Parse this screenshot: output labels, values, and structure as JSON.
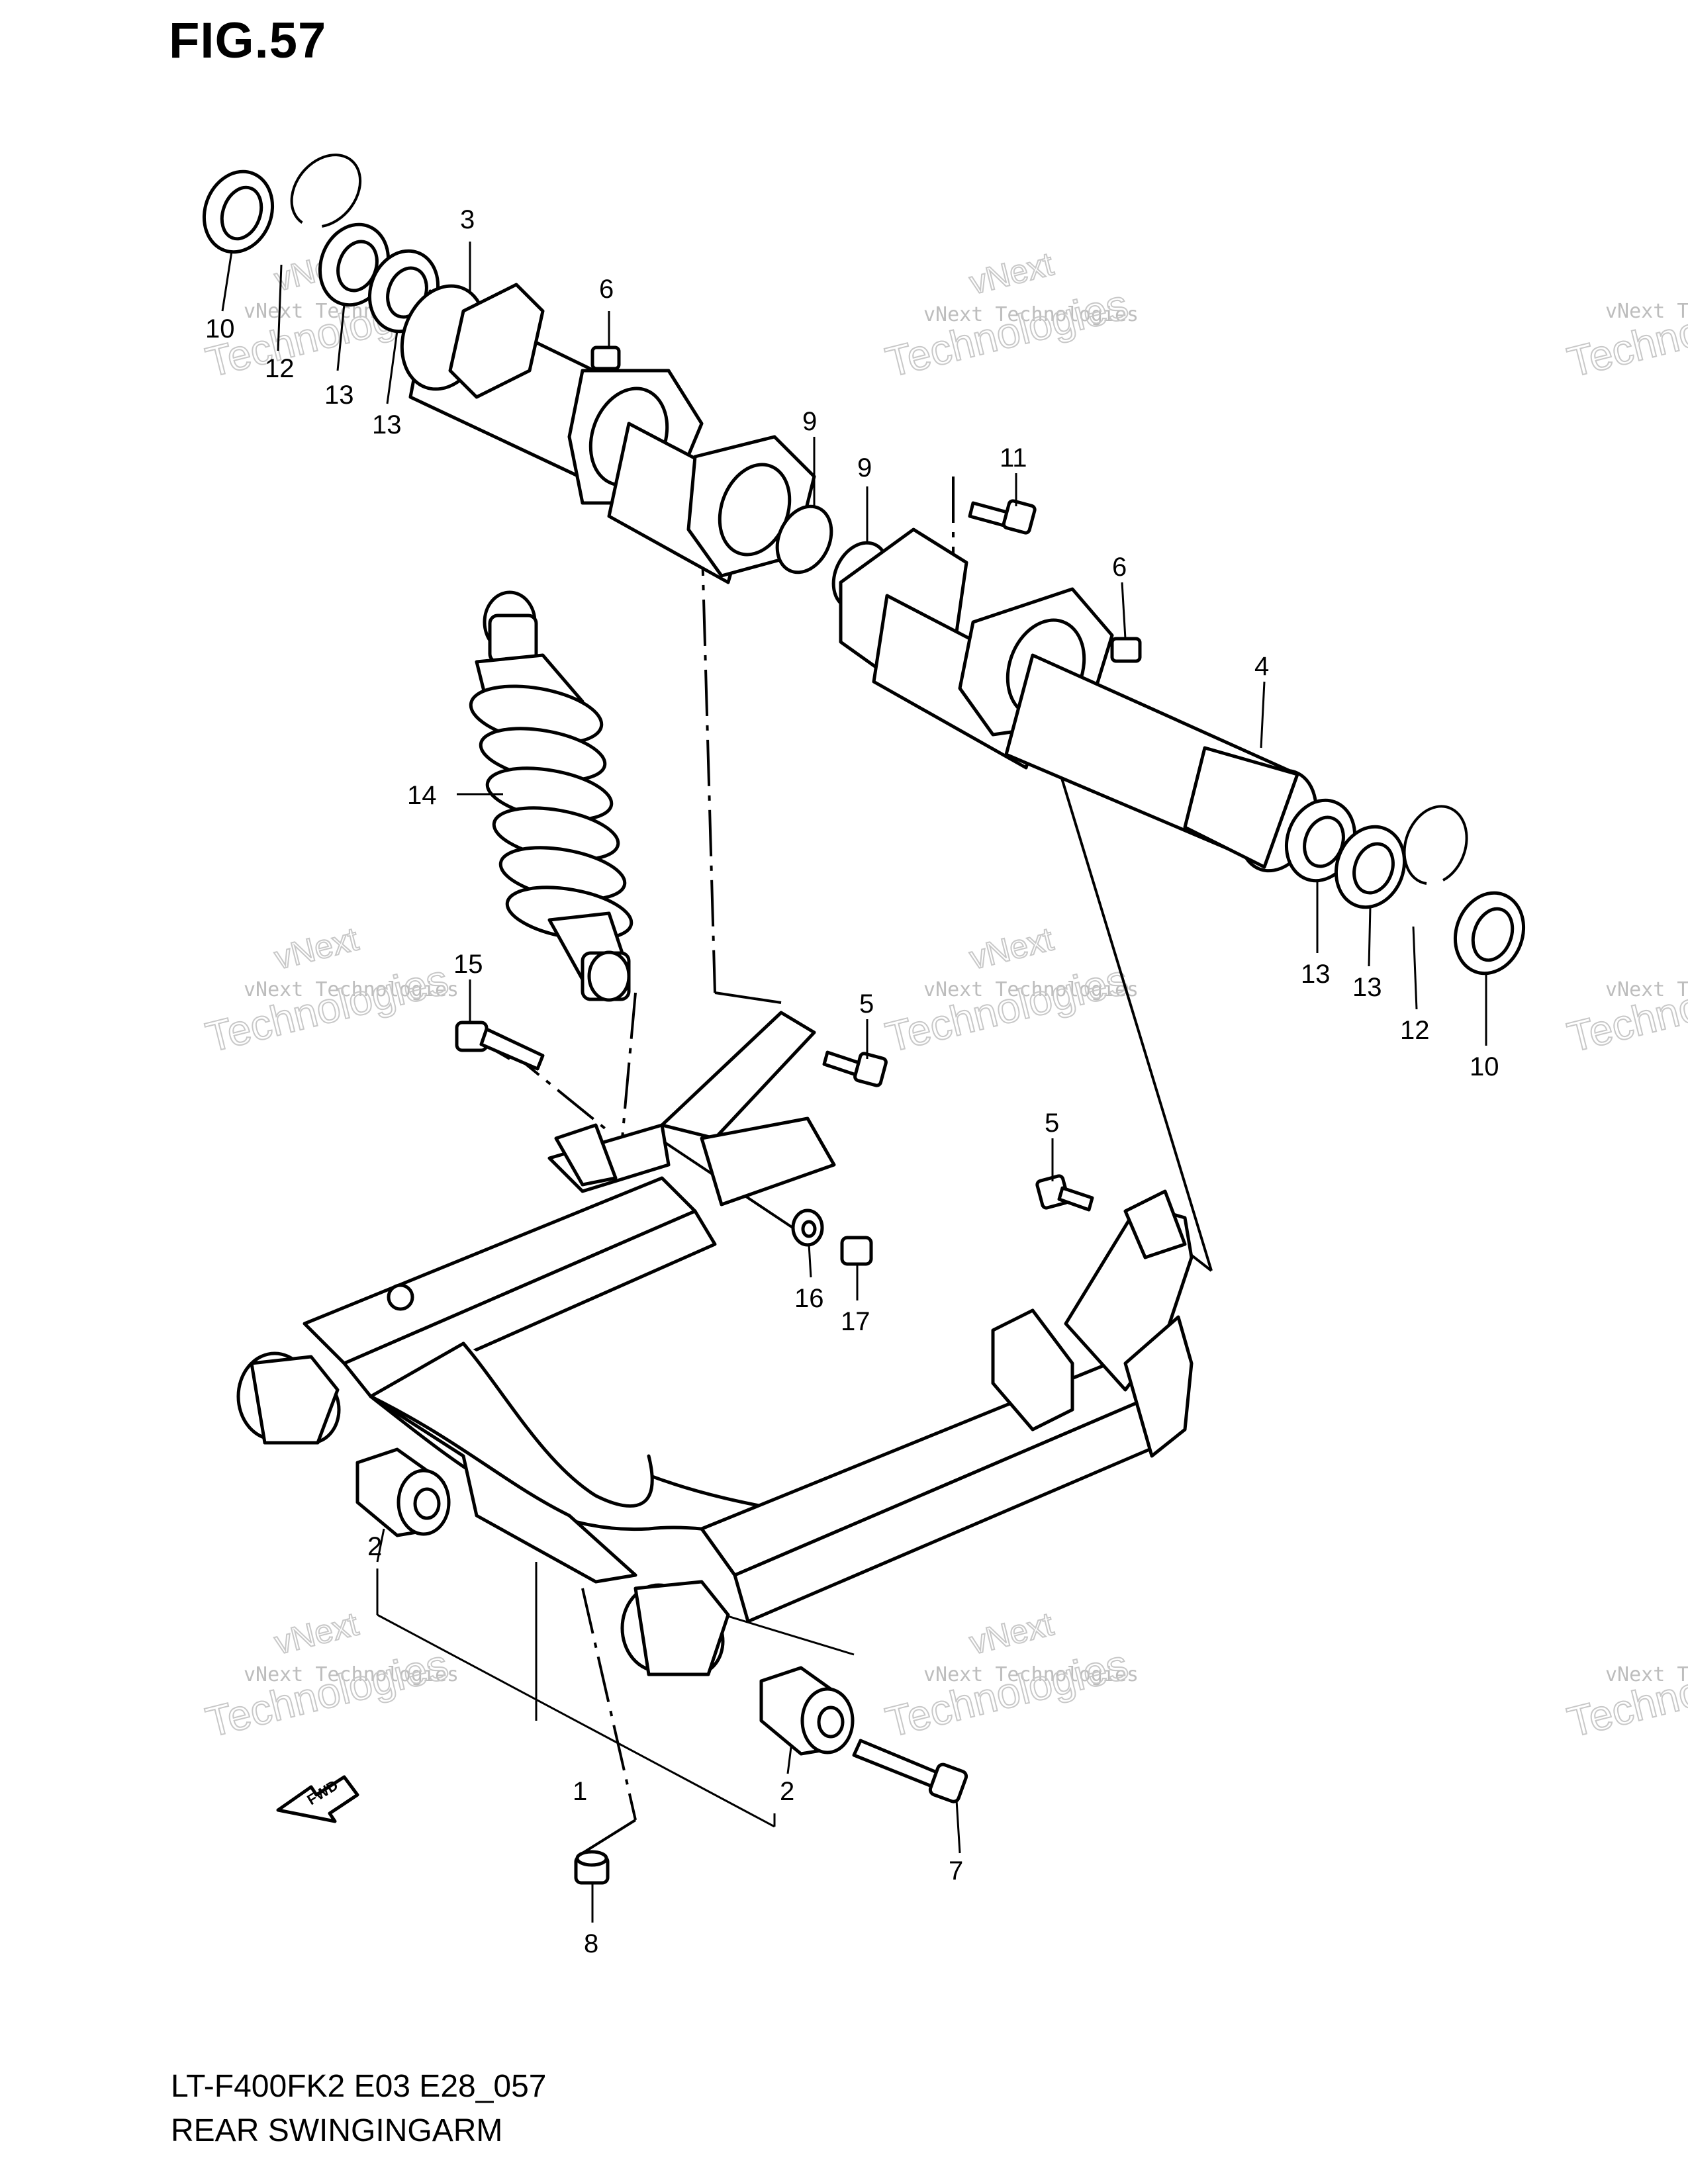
{
  "figure_label": "FIG.57",
  "model_code": "LT-F400FK2 E03 E28_057",
  "section_title": "REAR SWINGINGARM",
  "fwd_label": "FWD",
  "watermark": {
    "line1": "vNext Technologies",
    "line2": "Technologies",
    "line3": "vNext"
  },
  "callouts": [
    "10",
    "12",
    "13",
    "13",
    "3",
    "6",
    "9",
    "9",
    "11",
    "6",
    "4",
    "14",
    "13",
    "13",
    "12",
    "10",
    "15",
    "5",
    "5",
    "16",
    "17",
    "2",
    "2",
    "1",
    "7",
    "8"
  ]
}
